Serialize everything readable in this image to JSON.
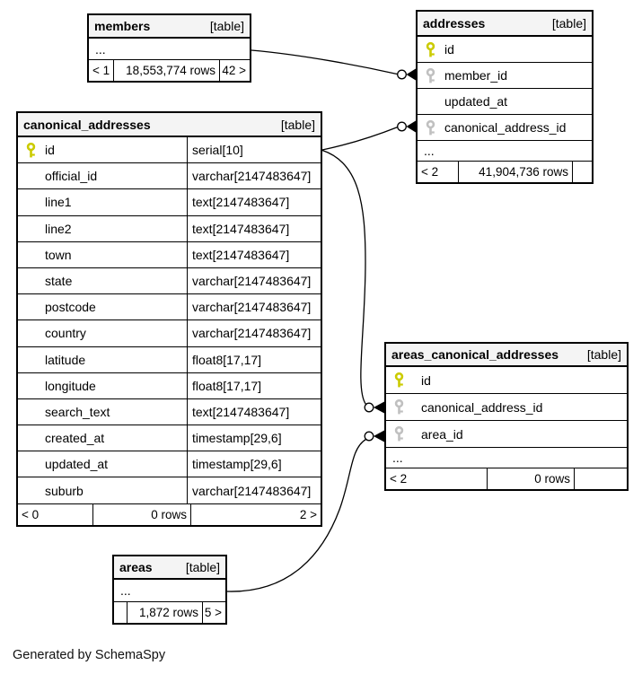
{
  "footer_note": "Generated by SchemaSpy",
  "colors": {
    "primary_key": "#cbcb00",
    "foreign_key": "#c0c0c0",
    "header_bg": "#f4f4f4",
    "border": "#000000"
  },
  "tables": {
    "members": {
      "name": "members",
      "badge": "[table]",
      "ellipsis": "...",
      "pager_prev": "< 1",
      "rows_count": "18,553,774 rows",
      "pager_next": "42 >"
    },
    "addresses": {
      "name": "addresses",
      "badge": "[table]",
      "columns": [
        {
          "name": "id",
          "key": "primary"
        },
        {
          "name": "member_id",
          "key": "foreign"
        },
        {
          "name": "updated_at",
          "key": ""
        },
        {
          "name": "canonical_address_id",
          "key": "foreign"
        }
      ],
      "ellipsis": "...",
      "pager_prev": "< 2",
      "rows_count": "41,904,736 rows",
      "pager_next": ""
    },
    "canonical_addresses": {
      "name": "canonical_addresses",
      "badge": "[table]",
      "columns": [
        {
          "name": "id",
          "key": "primary",
          "type": "serial[10]"
        },
        {
          "name": "official_id",
          "key": "",
          "type": "varchar[2147483647]"
        },
        {
          "name": "line1",
          "key": "",
          "type": "text[2147483647]"
        },
        {
          "name": "line2",
          "key": "",
          "type": "text[2147483647]"
        },
        {
          "name": "town",
          "key": "",
          "type": "text[2147483647]"
        },
        {
          "name": "state",
          "key": "",
          "type": "varchar[2147483647]"
        },
        {
          "name": "postcode",
          "key": "",
          "type": "varchar[2147483647]"
        },
        {
          "name": "country",
          "key": "",
          "type": "varchar[2147483647]"
        },
        {
          "name": "latitude",
          "key": "",
          "type": "float8[17,17]"
        },
        {
          "name": "longitude",
          "key": "",
          "type": "float8[17,17]"
        },
        {
          "name": "search_text",
          "key": "",
          "type": "text[2147483647]"
        },
        {
          "name": "created_at",
          "key": "",
          "type": "timestamp[29,6]"
        },
        {
          "name": "updated_at",
          "key": "",
          "type": "timestamp[29,6]"
        },
        {
          "name": "suburb",
          "key": "",
          "type": "varchar[2147483647]"
        }
      ],
      "pager_prev": "< 0",
      "rows_count": "0 rows",
      "pager_next": "2 >"
    },
    "areas_canonical_addresses": {
      "name": "areas_canonical_addresses",
      "badge": "[table]",
      "columns": [
        {
          "name": "id",
          "key": "primary"
        },
        {
          "name": "canonical_address_id",
          "key": "foreign"
        },
        {
          "name": "area_id",
          "key": "foreign"
        }
      ],
      "ellipsis": "...",
      "pager_prev": "< 2",
      "rows_count": "0 rows",
      "pager_next": ""
    },
    "areas": {
      "name": "areas",
      "badge": "[table]",
      "ellipsis": "...",
      "pager_prev": "",
      "rows_count": "1,872 rows",
      "pager_next": "5 >"
    }
  },
  "relations": [
    {
      "from": "members",
      "to": "addresses.member_id"
    },
    {
      "from": "canonical_addresses.id",
      "to": "addresses.canonical_address_id"
    },
    {
      "from": "canonical_addresses.id",
      "to": "areas_canonical_addresses.canonical_address_id"
    },
    {
      "from": "areas",
      "to": "areas_canonical_addresses.area_id"
    }
  ]
}
